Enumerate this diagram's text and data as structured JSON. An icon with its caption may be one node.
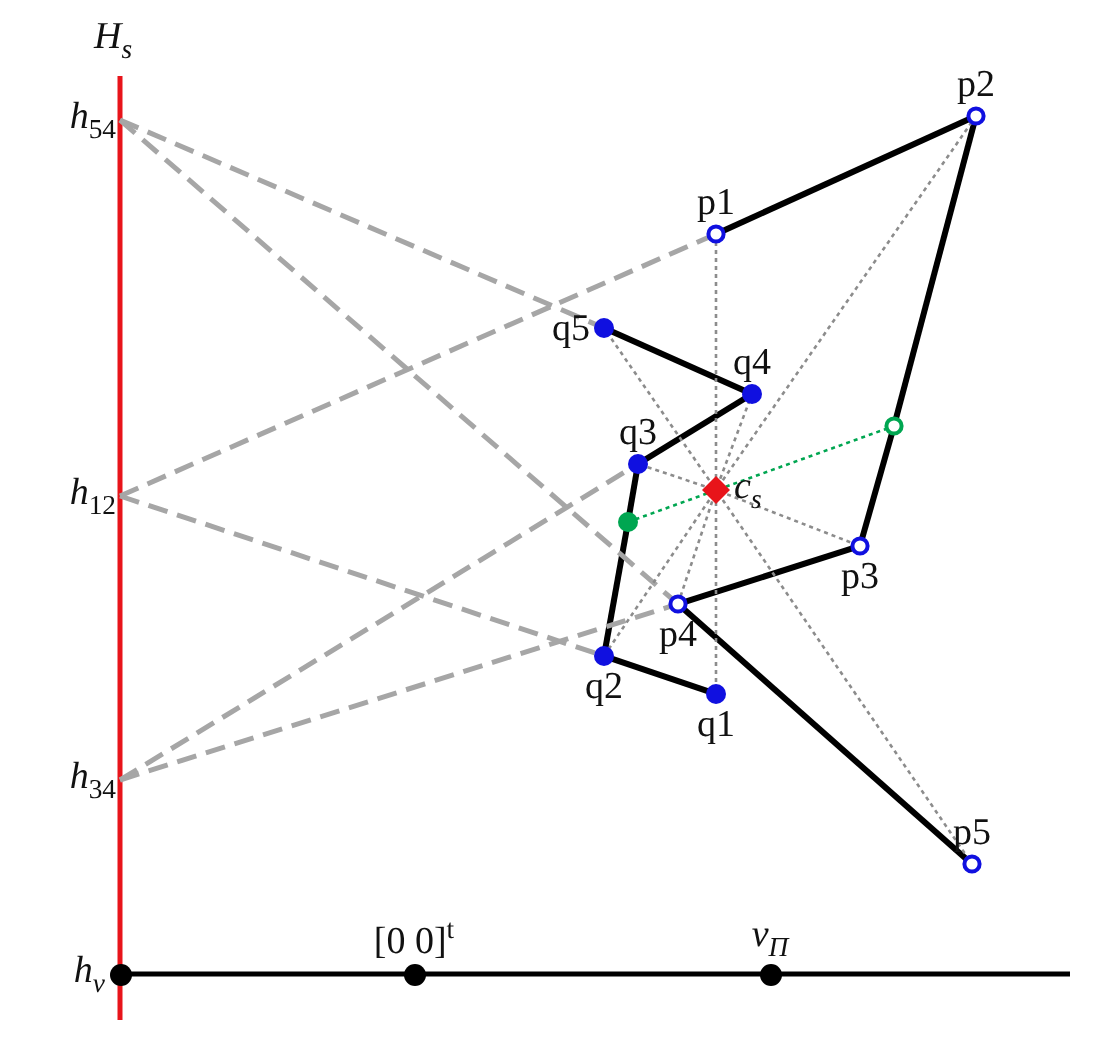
{
  "diagram": {
    "nodes": [
      {
        "text": [
          "*h*$_{54}$"
        ]
      },
      {
        "text": [
          "p2"
        ]
      },
      {
        "text": [
          "p1"
        ]
      },
      {
        "text": [
          "q5"
        ]
      },
      {
        "text": [
          "q4"
        ]
      },
      {
        "text": [],
        "shape": "circle"
      },
      {
        "text": [
          "q3"
        ]
      },
      {
        "text": [
          "c$_{s}$"
        ]
      },
      {
        "text": [
          "*h*$_{12}$"
        ]
      },
      {
        "text": [],
        "shape": "circle"
      },
      {
        "text": [
          "p3"
        ]
      },
      {
        "text": [
          "p4"
        ]
      },
      {
        "text": [
          "q2"
        ]
      },
      {
        "text": [
          "q1"
        ]
      },
      {
        "text": [
          "*h*$_{34}$"
        ]
      },
      {
        "text": [
          "p5"
        ]
      },
      {
        "text": [
          "h$_{v}$"
        ]
      },
      {
        "text": [
          "[0 0]$^{t}$"
        ]
      },
      {
        "text": [
          "v$_{Π}$"
        ]
      }
    ],
    "edges": [
      {
        "from": 2,
        "to": 1,
        "arrow": "none"
      },
      {
        "from": 1,
        "to": 5,
        "arrow": "none"
      },
      {
        "from": 5,
        "to": 10,
        "arrow": "none"
      },
      {
        "from": 10,
        "to": 11,
        "arrow": "none"
      },
      {
        "from": 11,
        "to": 15,
        "arrow": "none"
      },
      {
        "from": 13,
        "to": 12,
        "arrow": "none"
      },
      {
        "from": 12,
        "to": 9,
        "arrow": "none"
      },
      {
        "from": 9,
        "to": 6,
        "arrow": "none"
      },
      {
        "from": 6,
        "to": 4,
        "arrow": "none"
      },
      {
        "from": 4,
        "to": 3,
        "arrow": "none"
      },
      {
        "from": 0,
        "to": 3,
        "arrow": "none",
        "style": "dashed",
        "color": "#a6a6a6"
      },
      {
        "from": 0,
        "to": 11,
        "arrow": "none",
        "style": "dashed",
        "color": "#a6a6a6"
      },
      {
        "from": 8,
        "to": 2,
        "arrow": "none",
        "style": "dashed",
        "color": "#a6a6a6"
      },
      {
        "from": 8,
        "to": 12,
        "arrow": "none",
        "style": "dashed",
        "color": "#a6a6a6"
      },
      {
        "from": 14,
        "to": 6,
        "arrow": "none",
        "style": "dashed",
        "color": "#a6a6a6"
      },
      {
        "from": 14,
        "to": 11,
        "arrow": "none",
        "style": "dashed",
        "color": "#a6a6a6"
      },
      {
        "from": 7,
        "to": 2,
        "arrow": "none",
        "style": "dashed",
        "color": "#8c8c8c"
      },
      {
        "from": 7,
        "to": 1,
        "arrow": "none",
        "style": "dashed",
        "color": "#8c8c8c"
      },
      {
        "from": 7,
        "to": 4,
        "arrow": "none",
        "style": "dashed",
        "color": "#8c8c8c"
      },
      {
        "from": 7,
        "to": 3,
        "arrow": "none",
        "style": "dashed",
        "color": "#8c8c8c"
      },
      {
        "from": 7,
        "to": 6,
        "arrow": "none",
        "style": "dashed",
        "color": "#8c8c8c"
      },
      {
        "from": 7,
        "to": 10,
        "arrow": "none",
        "style": "dashed",
        "color": "#8c8c8c"
      },
      {
        "from": 7,
        "to": 11,
        "arrow": "none",
        "style": "dashed",
        "color": "#8c8c8c"
      },
      {
        "from": 7,
        "to": 13,
        "arrow": "none",
        "style": "dashed",
        "color": "#8c8c8c"
      },
      {
        "from": 7,
        "to": 12,
        "arrow": "none",
        "style": "dashed",
        "color": "#8c8c8c"
      },
      {
        "from": 7,
        "to": 15,
        "arrow": "none",
        "style": "dashed",
        "color": "#8c8c8c"
      },
      {
        "from": 9,
        "to": 5,
        "arrow": "none",
        "style": "dashed",
        "color": "#00a651"
      }
    ],
    "labels": [
      "H$_{s}$"
    ]
  }
}
